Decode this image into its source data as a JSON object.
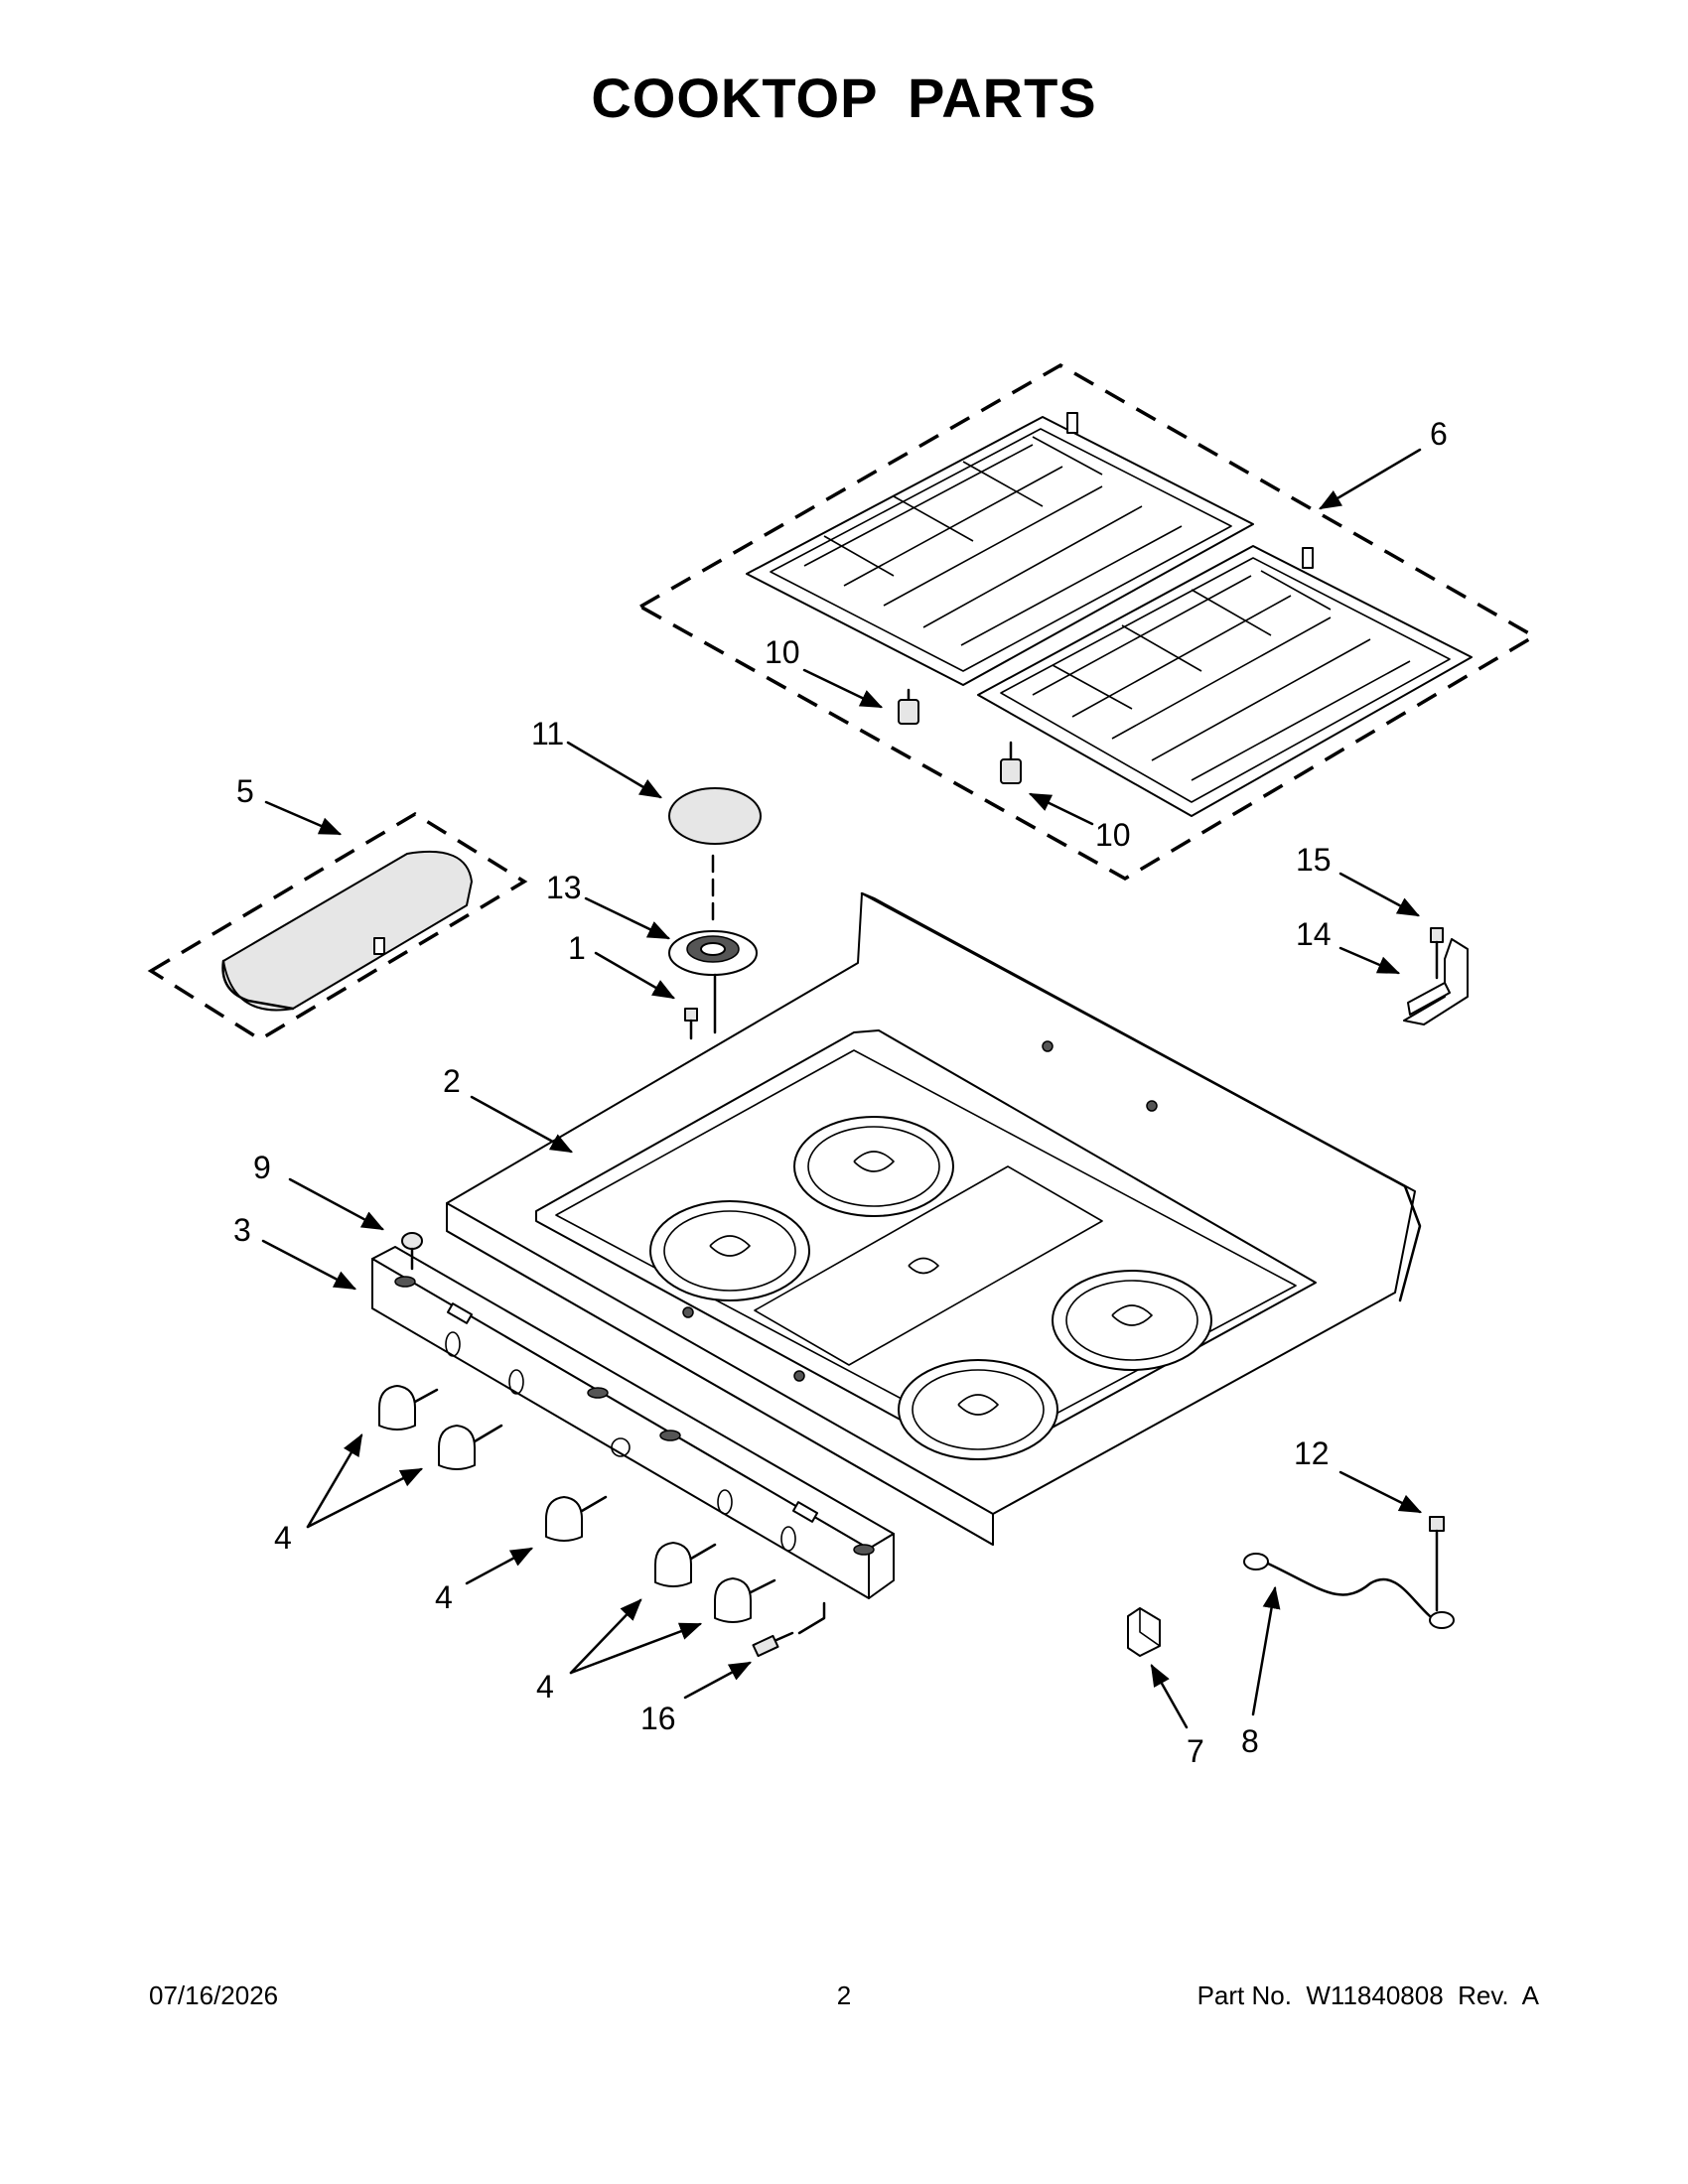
{
  "title": "COOKTOP PARTS",
  "footer": {
    "date": "07/16/2026",
    "page": "2",
    "part_number": "Part No.  W11840808  Rev.  A"
  },
  "callouts": {
    "c1": "1",
    "c2": "2",
    "c3": "3",
    "c4a": "4",
    "c4b": "4",
    "c4c": "4",
    "c5": "5",
    "c6": "6",
    "c7": "7",
    "c8": "8",
    "c9": "9",
    "c10a": "10",
    "c10b": "10",
    "c11": "11",
    "c12": "12",
    "c13": "13",
    "c14": "14",
    "c15": "15",
    "c16": "16"
  }
}
